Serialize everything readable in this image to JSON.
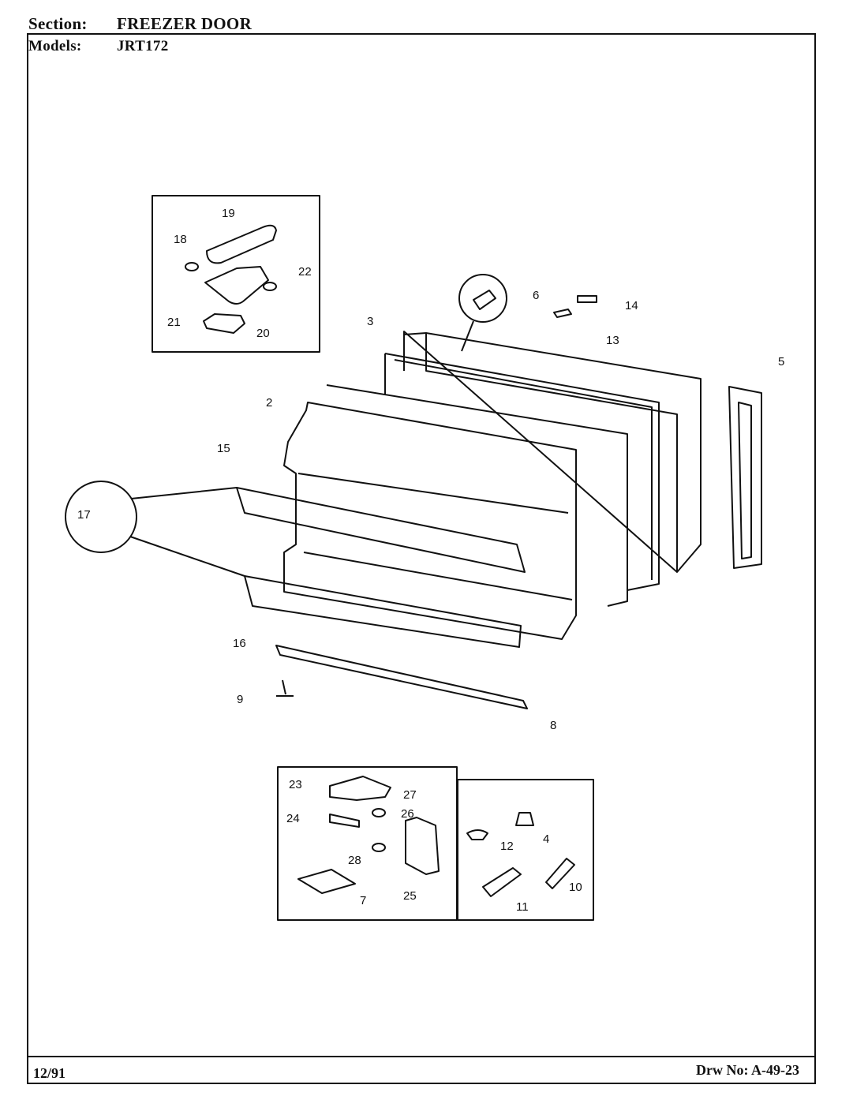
{
  "header": {
    "section_key": "Section:",
    "section_value": "FREEZER DOOR",
    "models_key": "Models:",
    "models_value": "JRT172"
  },
  "footer": {
    "date": "12/91",
    "drawing_number": "Drw No: A-49-23"
  },
  "part_callouts": [
    "2",
    "3",
    "4",
    "5",
    "6",
    "7",
    "8",
    "9",
    "10",
    "11",
    "12",
    "13",
    "14",
    "15",
    "16",
    "17",
    "18",
    "19",
    "20",
    "21",
    "22",
    "23",
    "24",
    "25",
    "26",
    "27",
    "28"
  ]
}
